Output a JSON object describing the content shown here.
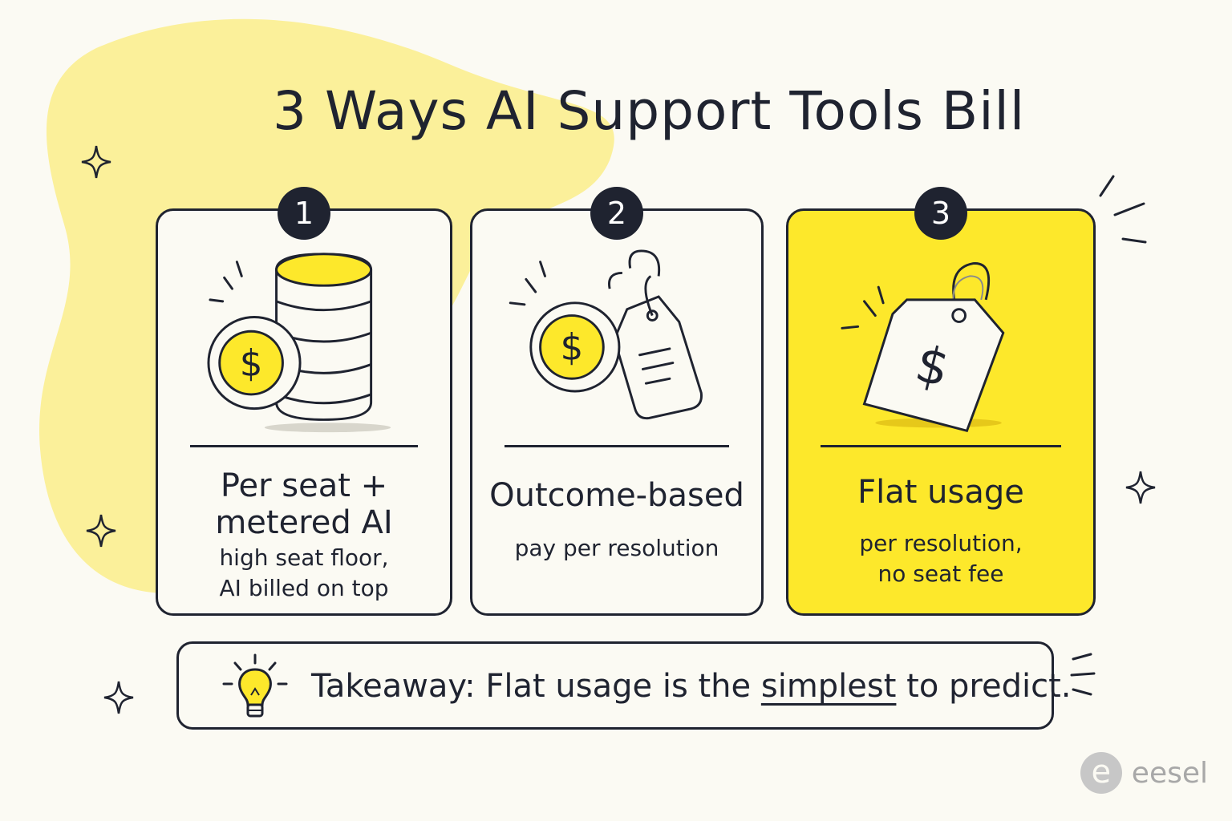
{
  "title": "3 Ways AI Support Tools Bill",
  "colors": {
    "ink": "#1f2330",
    "accent": "#fde82b",
    "blob": "#fbf09a",
    "background": "#fbfaf3"
  },
  "cards": [
    {
      "number": "1",
      "title_line1": "Per seat +",
      "title_line2": "metered AI",
      "sub_line1": "high seat floor,",
      "sub_line2": "AI billed on top",
      "icon": "coin-stack-icon"
    },
    {
      "number": "2",
      "title_line1": "Outcome-based",
      "sub_line1": "pay per resolution",
      "icon": "coin-and-tag-icon"
    },
    {
      "number": "3",
      "title_line1": "Flat usage",
      "sub_line1": "per resolution,",
      "sub_line2": "no seat fee",
      "icon": "price-tag-icon"
    }
  ],
  "takeaway": {
    "label": "Takeaway:",
    "text_before": "Flat usage is the",
    "emphasis": "simplest",
    "text_after": "to predict.",
    "icon": "lightbulb-icon"
  },
  "brand": {
    "mark": "e",
    "name": "eesel"
  }
}
